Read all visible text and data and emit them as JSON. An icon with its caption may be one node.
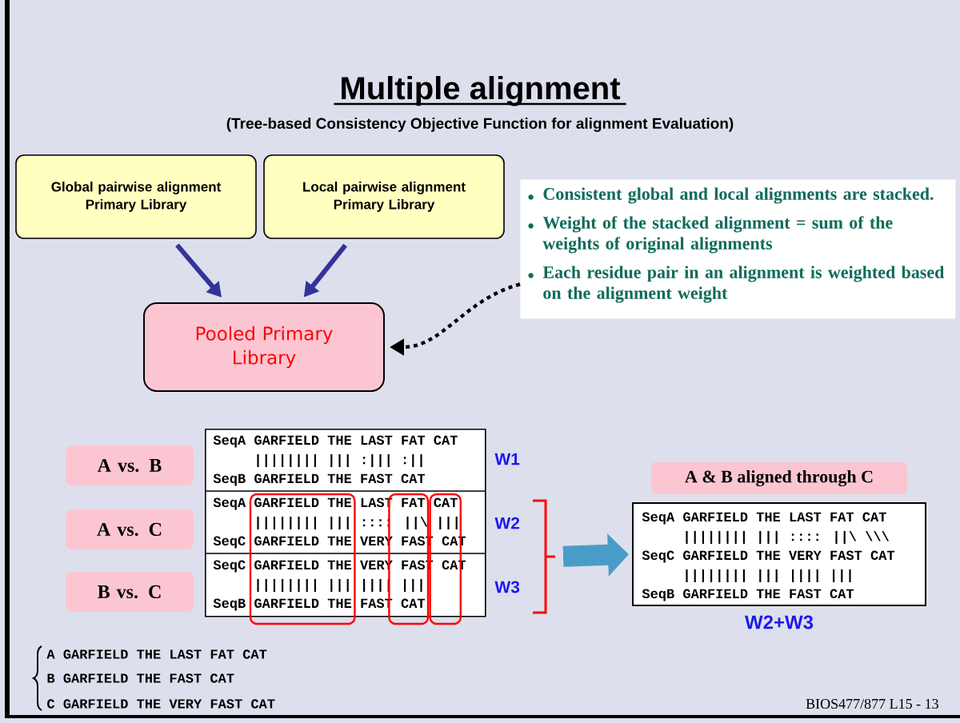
{
  "diagram": {
    "title": "Multiple alignment",
    "nodes": [
      {
        "text": [
          "Global pairwise alignment Primary Library"
        ]
      },
      {
        "text": [
          "Local pairwise alignment Primary Library"
        ]
      },
      {
        "text": [
          "Pooled Primary Library"
        ]
      },
      {
        "text": [
          "Consistent global and local alignments are stacked.",
          "Weight of the stacked alignment = sum of the weights of original alignments",
          "Each residue pair in an alignment is weighted based on the alignment weight"
        ]
      },
      {
        "text": [
          "A vs. B"
        ]
      },
      {
        "text": [
          "A vs. C"
        ]
      },
      {
        "text": [
          "B vs. C"
        ]
      },
      {
        "text": [
          "SeqA GARFIELD THE LAST FAT CAT",
          "|||||||| ||| :||| :||",
          "SeqB GARFIELD THE FAST CAT",
          "SeqA GARFIELD THE LAST FAT CAT",
          "|||||||| ||| :::: ||\\ |||",
          "SeqC GARFIELD THE VERY FAST CAT",
          "SeqC GARFIELD THE VERY FAST CAT",
          "|||||||| ||| |||| |||",
          "SeqB GARFIELD THE FAST CAT"
        ],
        "beside": [
          "W1",
          "W2",
          "W3"
        ]
      },
      {
        "text": [
          "A & B aligned through C",
          "SeqA GARFIELD THE LAST FAT CAT",
          "|||||||| ||| :::: ||\\ \\\\\\",
          "SeqC GARFIELD THE VERY FAST CAT",
          "|||||||| ||| |||| |||",
          "SeqB GARFIELD THE FAST CAT"
        ],
        "beside": [
          "W2+W3"
        ]
      }
    ],
    "edges": [
      {
        "from": 0,
        "to": 2,
        "arrow": "to"
      },
      {
        "from": 1,
        "to": 2,
        "arrow": "to"
      },
      {
        "from": 3,
        "to": 2,
        "arrow": "to",
        "style": "dashed",
        "color": "#000000"
      },
      {
        "from": 7,
        "to": 8,
        "arrow": "to",
        "style": "thick",
        "color": "#4a9cc8"
      }
    ],
    "labels": [
      "(Tree-based Consistency Objective Function for alignment Evaluation)",
      "A GARFIELD THE LAST FAT CAT",
      "B GARFIELD THE FAST CAT",
      "C GARFIELD THE VERY FAST CAT",
      "BIOS477/877 L15 - 13"
    ]
  }
}
